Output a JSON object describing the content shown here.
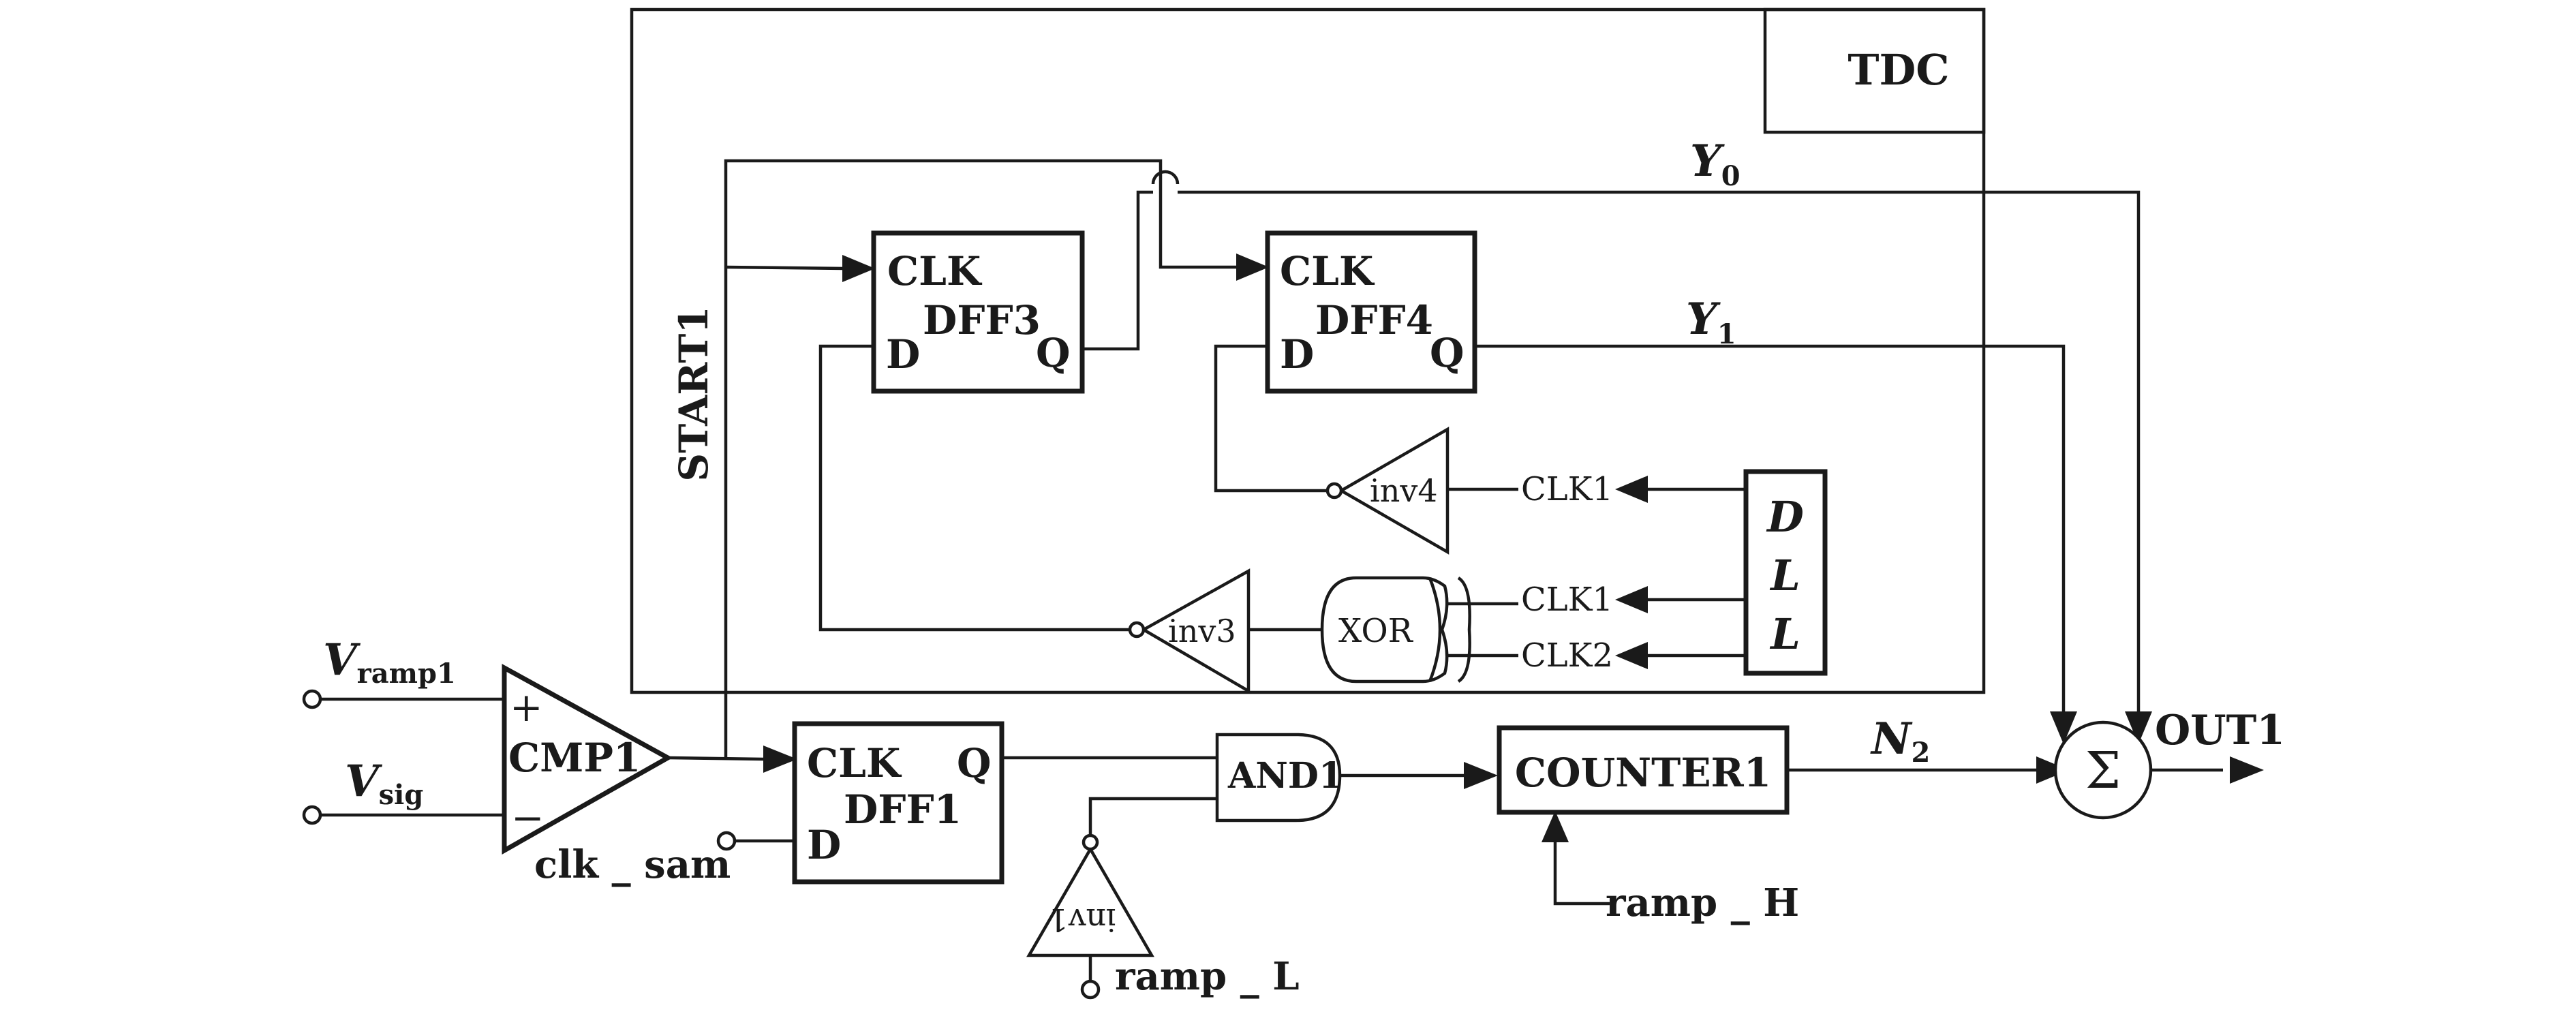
{
  "labels": {
    "tdc": "TDC",
    "start1": "START1",
    "y0": "Y",
    "y0_sub": "0",
    "y1": "Y",
    "y1_sub": "1",
    "dff3_clk": "CLK",
    "dff3_name": "DFF3",
    "dff3_d": "D",
    "dff3_q": "Q",
    "dff4_clk": "CLK",
    "dff4_name": "DFF4",
    "dff4_d": "D",
    "dff4_q": "Q",
    "inv4": "inv4",
    "inv3": "inv3",
    "xor": "XOR",
    "clk1_top": "CLK1",
    "clk1_mid": "CLK1",
    "clk2": "CLK2",
    "dll_d": "D",
    "dll_l1": "L",
    "dll_l2": "L",
    "vramp1": "V",
    "vramp1_sub": "ramp1",
    "vsig": "V",
    "vsig_sub": "sig",
    "plus": "+",
    "minus": "−",
    "cmp1": "CMP1",
    "clk_sam": "clk _ sam",
    "dff1_clk": "CLK",
    "dff1_q": "Q",
    "dff1_name": "DFF1",
    "dff1_d": "D",
    "and1": "AND1",
    "inv1": "inv1",
    "ramp_l": "ramp _ L",
    "counter1": "COUNTER1",
    "ramp_h": "ramp _ H",
    "n2": "N",
    "n2_sub": "2",
    "sigma": "Σ",
    "out1": "OUT1"
  }
}
